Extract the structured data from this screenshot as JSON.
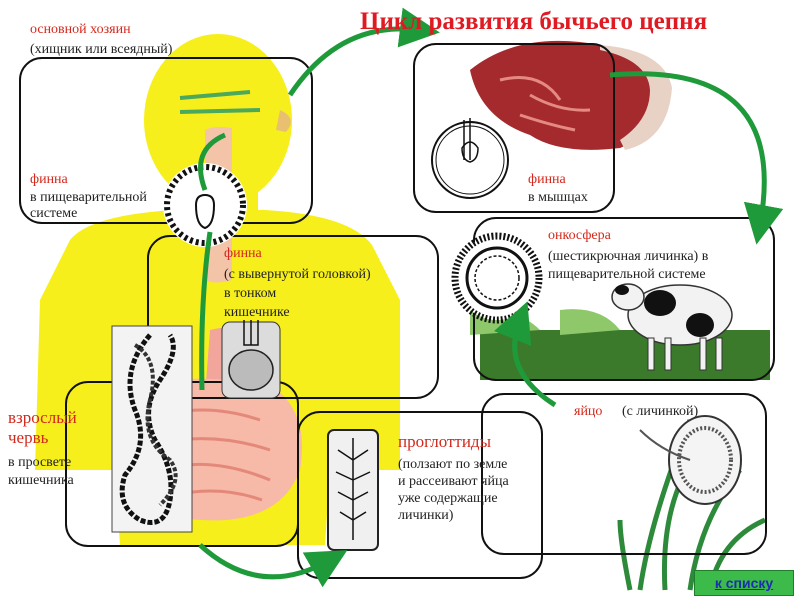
{
  "title": "Цикл развития бычьего цепня",
  "host": {
    "name": "основной хозяин",
    "note": "(хищник или всеядный)"
  },
  "stages": {
    "finna_digestive": {
      "name": "финна",
      "text": "в пищеварительной\nсистеме"
    },
    "finna_muscle": {
      "name": "финна",
      "text": "в мышцах"
    },
    "finna_intestine": {
      "name": "финна",
      "text": "(с вывернутой головкой)\nв тонком\nкишечнике"
    },
    "oncosphere": {
      "name": "онкосфера",
      "text": "(шестикрючная личинка) в\nпищеварительной системе"
    },
    "adult_worm": {
      "name": "взрослый\nчервь",
      "text": "в просвете\nкишечника"
    },
    "proglottids": {
      "name": "проглоттиды",
      "text": "(ползают по земле\nи рассеивают яйца\nуже содержащие\nличинки)"
    },
    "egg": {
      "name": "яйцо",
      "text": "(с личинкой)"
    }
  },
  "nav": {
    "back_label": "к списку"
  },
  "colors": {
    "accent_red": "#d4281c",
    "arrow_green": "#1f9a3a",
    "body_yellow": "#f6ef1c",
    "nav_green": "#3dbb4a"
  },
  "icons": [
    "human-silhouette-icon",
    "meat-icon",
    "cow-icon",
    "tapeworm-icon",
    "finna-icon",
    "oncosphere-icon",
    "egg-icon",
    "proglottid-icon",
    "grass-icon"
  ]
}
